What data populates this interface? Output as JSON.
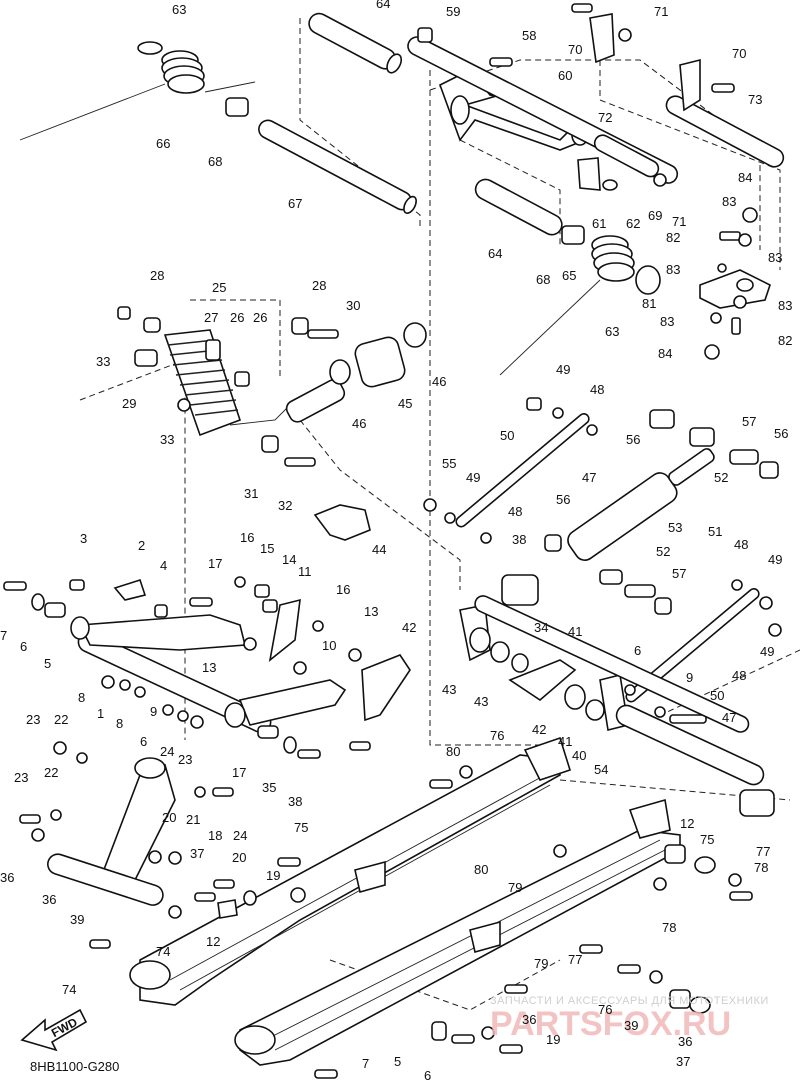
{
  "diagram": {
    "code": "8HB1100-G280",
    "fwd_label": "FWD",
    "watermark_line1": "ЗАПЧАСТИ И АКСЕССУАРЫ ДЛЯ МОТОТЕХНИКИ",
    "watermark_line2": "PARTSFOX.RU"
  },
  "callouts": [
    "63",
    "64",
    "59",
    "71",
    "58",
    "70",
    "60",
    "70",
    "72",
    "73",
    "66",
    "68",
    "67",
    "61",
    "62",
    "69",
    "71",
    "84",
    "83",
    "82",
    "83",
    "83",
    "81",
    "83",
    "83",
    "82",
    "84",
    "64",
    "68",
    "65",
    "63",
    "28",
    "25",
    "27",
    "26",
    "26",
    "28",
    "30",
    "33",
    "29",
    "46",
    "45",
    "46",
    "33",
    "49",
    "48",
    "50",
    "56",
    "57",
    "56",
    "55",
    "49",
    "48",
    "47",
    "52",
    "53",
    "51",
    "52",
    "56",
    "31",
    "32",
    "44",
    "38",
    "57",
    "48",
    "49",
    "3",
    "2",
    "16",
    "15",
    "14",
    "11",
    "17",
    "16",
    "4",
    "7",
    "6",
    "5",
    "13",
    "13",
    "10",
    "42",
    "34",
    "41",
    "43",
    "43",
    "42",
    "41",
    "40",
    "54",
    "47",
    "50",
    "48",
    "49",
    "6",
    "9",
    "8",
    "1",
    "8",
    "9",
    "6",
    "24",
    "23",
    "23",
    "22",
    "22",
    "23",
    "24",
    "20",
    "18",
    "21",
    "36",
    "36",
    "39",
    "37",
    "20",
    "19",
    "12",
    "74",
    "74",
    "75",
    "80",
    "79",
    "80",
    "76",
    "77",
    "78",
    "12",
    "75",
    "78",
    "79",
    "77",
    "76",
    "39",
    "36",
    "37",
    "36",
    "19",
    "5",
    "6",
    "7",
    "17",
    "35",
    "38"
  ]
}
